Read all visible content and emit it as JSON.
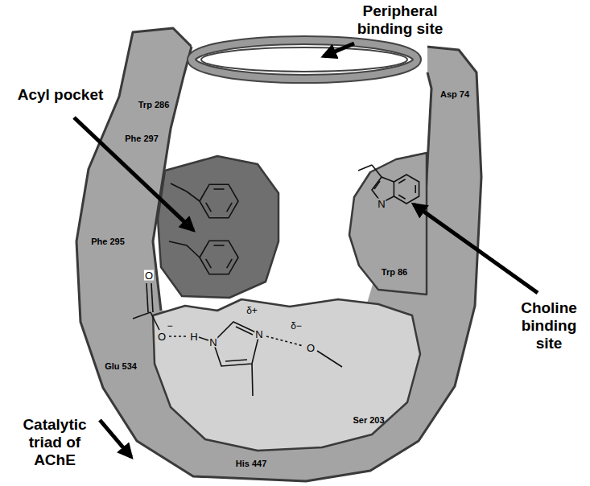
{
  "diagram": {
    "labels": [
      "Peripheral binding site",
      "Acyl pocket",
      "Trp 286",
      "Asp 74",
      "Phe 297",
      "Phe 295",
      "N",
      "Trp 86",
      "Choline binding site",
      "Glu 534",
      "O",
      "O",
      "−",
      "H",
      "N",
      "N",
      "δ+",
      "δ−",
      "O",
      "Catalytic triad of AChE",
      "His 447",
      "Ser 203"
    ]
  }
}
